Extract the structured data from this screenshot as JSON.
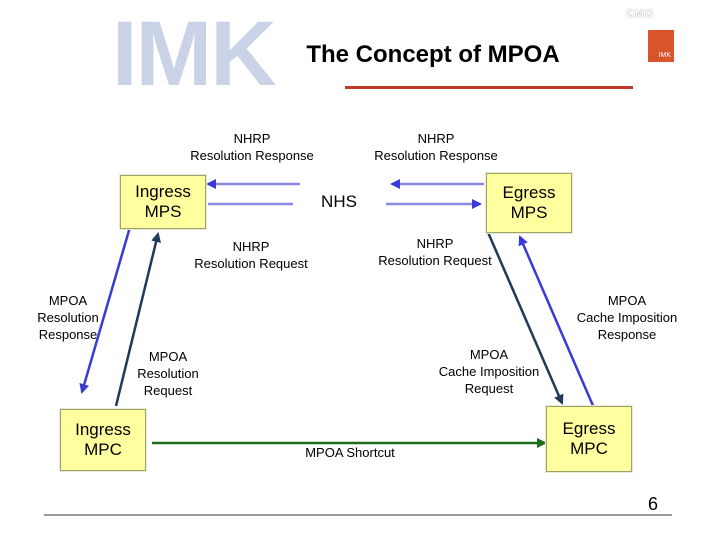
{
  "header": {
    "logo_text": "IMK",
    "title": "The Concept of MPOA",
    "brand_top": "CMD",
    "brand_box": "IMK"
  },
  "nodes": {
    "ingress_mps": "Ingress\nMPS",
    "egress_mps": "Egress\nMPS",
    "nhs": "NHS",
    "ingress_mpc": "Ingress\nMPC",
    "egress_mpc": "Egress\nMPC"
  },
  "labels": {
    "nhrp_res_response_left": "NHRP\nResolution Response",
    "nhrp_res_response_right": "NHRP\nResolution Response",
    "nhrp_res_request_left": "NHRP\nResolution Request",
    "nhrp_res_request_right": "NHRP\nResolution Request",
    "mpoa_res_response": "MPOA\nResolution\nResponse",
    "mpoa_res_request": "MPOA\nResolution\nRequest",
    "mpoa_cache_imp_response": "MPOA\nCache Imposition\nResponse",
    "mpoa_cache_imp_request": "MPOA\nCache Imposition\nRequest",
    "mpoa_shortcut": "MPOA Shortcut"
  },
  "footer": {
    "page_number": "6"
  },
  "colors": {
    "box_fill": "#ffffa0",
    "arrow_blue": "#3a3ad6",
    "arrow_dark": "#1f3a5a",
    "shortcut_green": "#1e6b1e",
    "accent_red": "#c0392b"
  }
}
